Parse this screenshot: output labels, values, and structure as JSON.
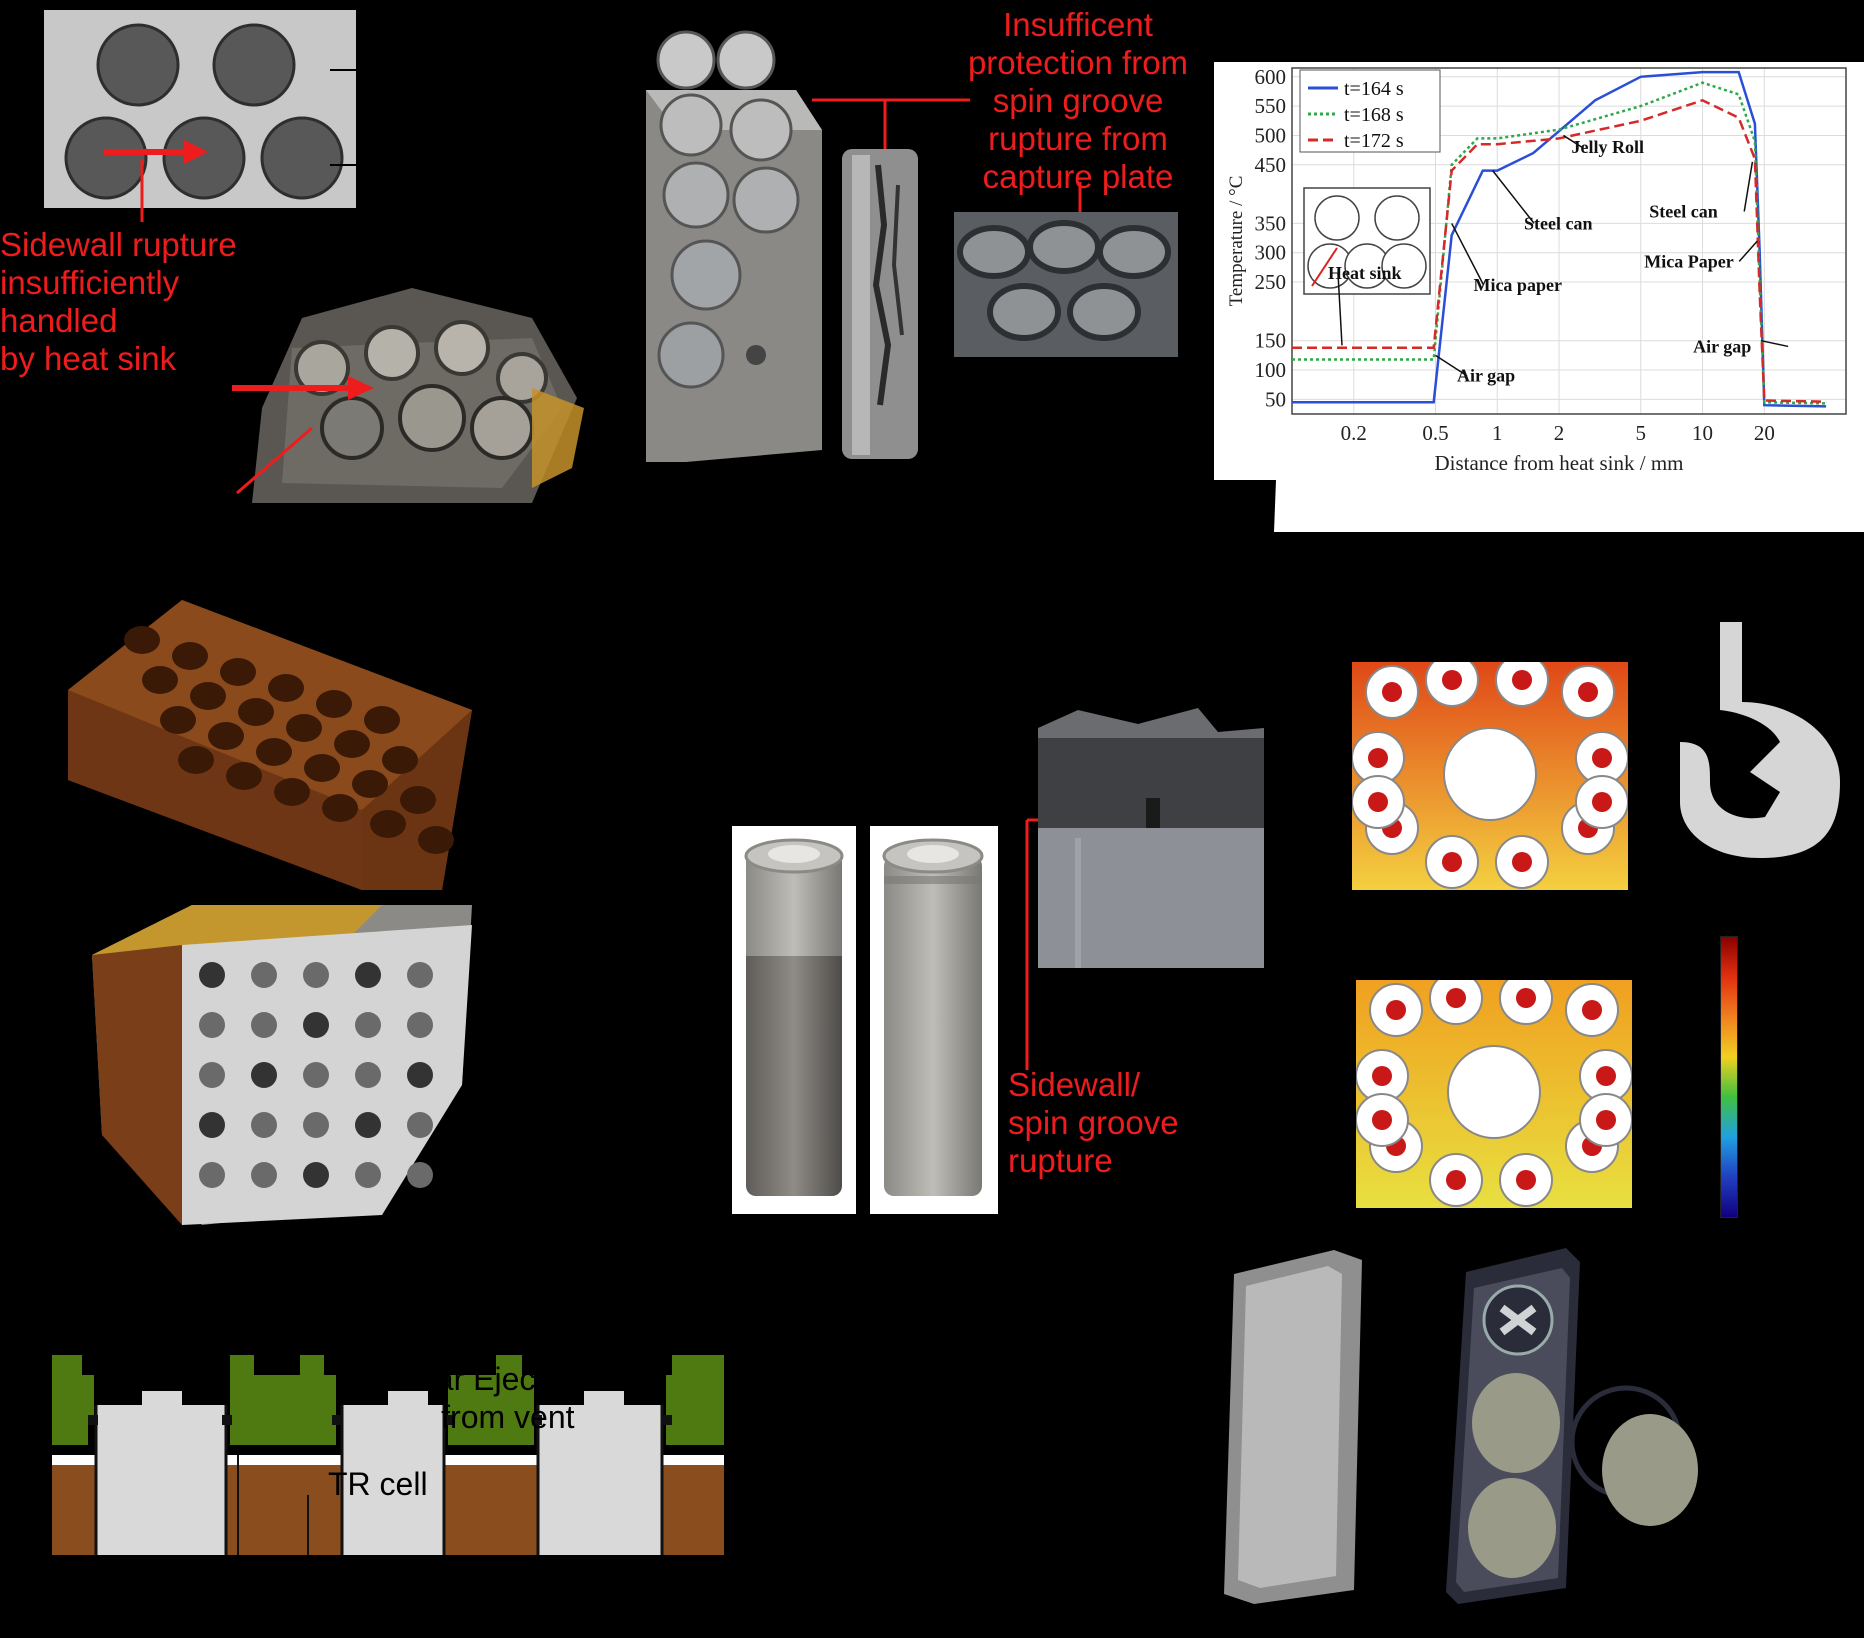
{
  "annotations": {
    "sidewall_rupture": "Sidewall rupture\ninsufficiently\nhandled\nby heat sink",
    "spin_groove": "Insufficent\nprotection from\nspin groove\nrupture from\ncapture plate",
    "sidewall_spin": "Sidewall/\nspin groove\nrupture",
    "tr_cell": "TR cell",
    "ejecta": "ear Ejecta th\nfrom vent"
  },
  "colors": {
    "annotation_red": "#ee1c1c",
    "heat_sink_green": "#4f7a12",
    "brick_brown": "#8a4a1c",
    "cell_grey": "#d9d9d9"
  },
  "chart_data": {
    "type": "line",
    "xlabel": "Distance from heat sink / mm",
    "ylabel": "Temperature / °C",
    "x_scale": "log",
    "x_ticks": [
      "0.2",
      "0.5",
      "1",
      "2",
      "5",
      "10",
      "20"
    ],
    "y_ticks": [
      "50",
      "100",
      "150",
      "250",
      "300",
      "350",
      "450",
      "500",
      "550",
      "600"
    ],
    "xlim": [
      0.1,
      50
    ],
    "ylim": [
      25,
      615
    ],
    "legend": "top-left",
    "series": [
      {
        "name": "t=164 s",
        "color": "#2a4fd6",
        "style": "solid",
        "points": [
          [
            0.1,
            45
          ],
          [
            0.49,
            45
          ],
          [
            0.6,
            330
          ],
          [
            0.85,
            440
          ],
          [
            1.0,
            440
          ],
          [
            1.5,
            470
          ],
          [
            3,
            560
          ],
          [
            5,
            600
          ],
          [
            10,
            608
          ],
          [
            15,
            608
          ],
          [
            18,
            520
          ],
          [
            19,
            300
          ],
          [
            20,
            40
          ],
          [
            40,
            38
          ]
        ]
      },
      {
        "name": "t=168 s",
        "color": "#2ea84a",
        "style": "dotted",
        "points": [
          [
            0.1,
            118
          ],
          [
            0.49,
            118
          ],
          [
            0.6,
            450
          ],
          [
            0.8,
            495
          ],
          [
            1.0,
            495
          ],
          [
            2,
            510
          ],
          [
            5,
            550
          ],
          [
            10,
            590
          ],
          [
            15,
            570
          ],
          [
            18,
            490
          ],
          [
            19,
            250
          ],
          [
            20,
            45
          ],
          [
            40,
            43
          ]
        ]
      },
      {
        "name": "t=172 s",
        "color": "#d42a2a",
        "style": "dashed",
        "points": [
          [
            0.1,
            138
          ],
          [
            0.49,
            138
          ],
          [
            0.6,
            440
          ],
          [
            0.8,
            485
          ],
          [
            1.0,
            485
          ],
          [
            2,
            495
          ],
          [
            5,
            525
          ],
          [
            10,
            560
          ],
          [
            15,
            530
          ],
          [
            18,
            460
          ],
          [
            19,
            230
          ],
          [
            20,
            48
          ],
          [
            40,
            46
          ]
        ]
      }
    ],
    "annotations": [
      "Heat sink",
      "Air gap",
      "Mica paper",
      "Steel can",
      "Jelly Roll",
      "Steel can",
      "Mica Paper",
      "Air gap"
    ]
  }
}
